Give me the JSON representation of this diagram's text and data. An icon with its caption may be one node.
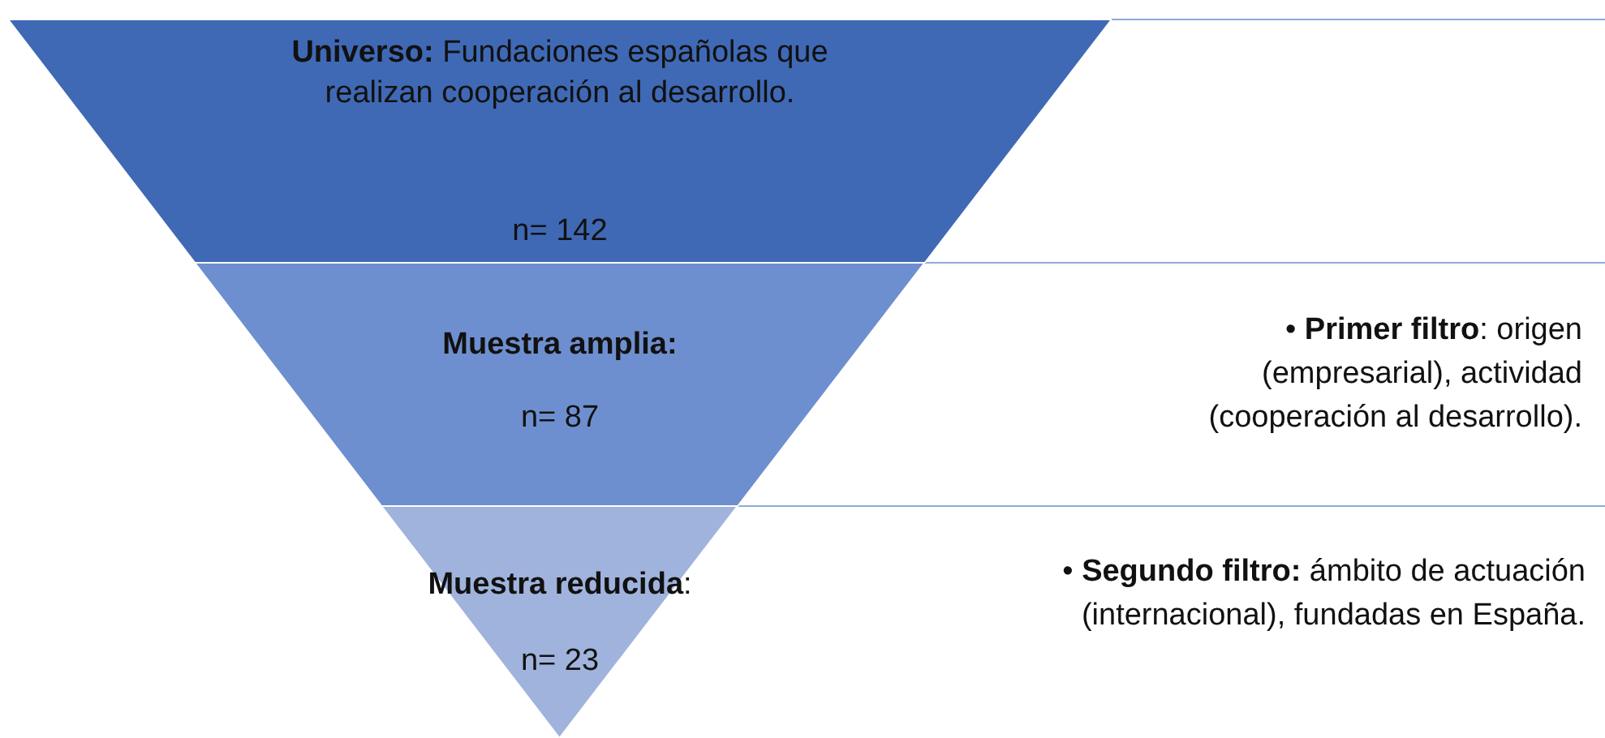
{
  "diagram": {
    "nodes": [
      {
        "text": [
          "**Universo:** Fundaciones españolas que realizan cooperación al desarrollo.",
          "n= 142"
        ]
      },
      {
        "text": [
          "**Muestra amplia:**",
          "n= 87"
        ]
      },
      {
        "text": [
          "**Muestra reducida**:",
          "n= 23"
        ]
      }
    ],
    "edges": [],
    "labels": [
      "• **Primer filtro**: origen (empresarial), actividad (cooperación al desarrollo).",
      "• **Segundo filtro:** ámbito de actuación (internacional), fundadas en España."
    ]
  }
}
